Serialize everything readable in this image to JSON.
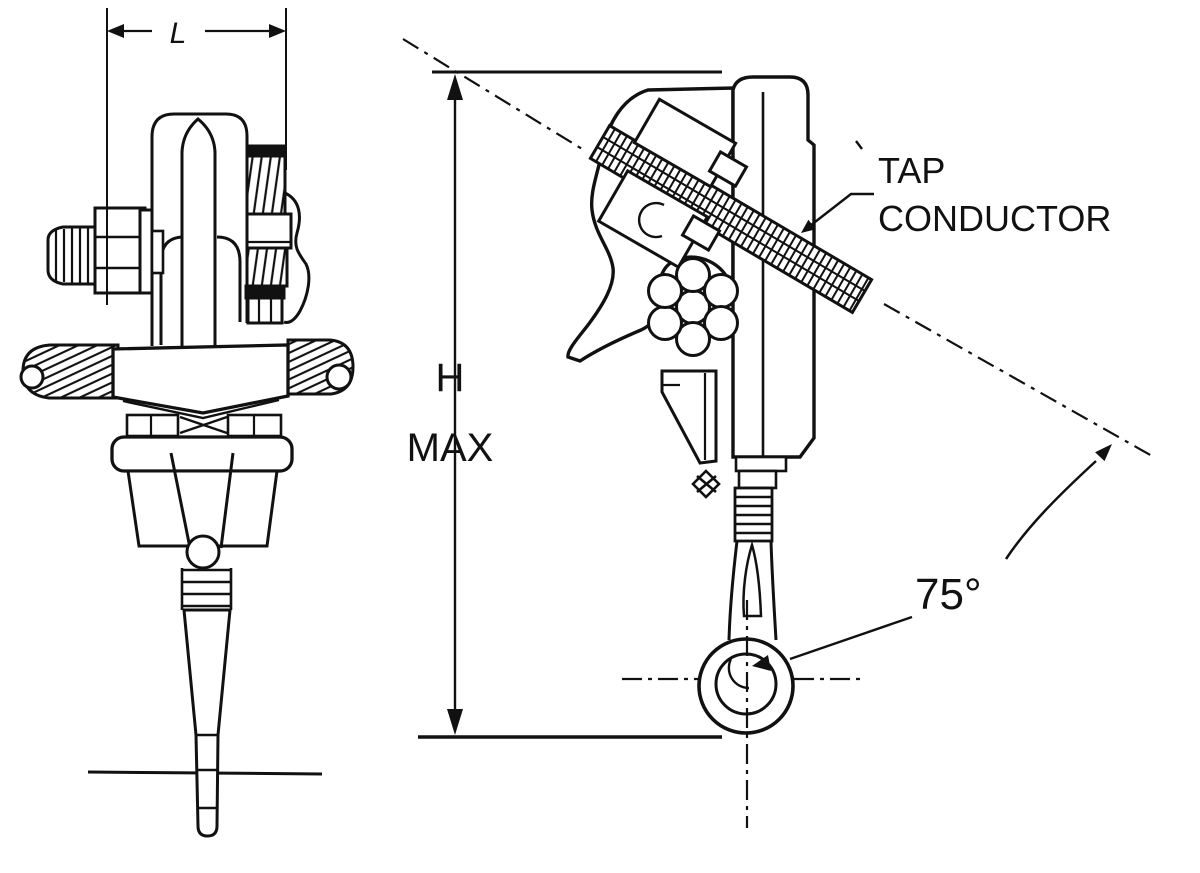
{
  "figure": {
    "background": "#ffffff",
    "ink": "#111111",
    "labels": {
      "length": "L",
      "height": "H",
      "height_qualifier": "MAX",
      "tap_line1": "TAP",
      "tap_line2": "CONDUCTOR",
      "angle": "75°"
    }
  }
}
